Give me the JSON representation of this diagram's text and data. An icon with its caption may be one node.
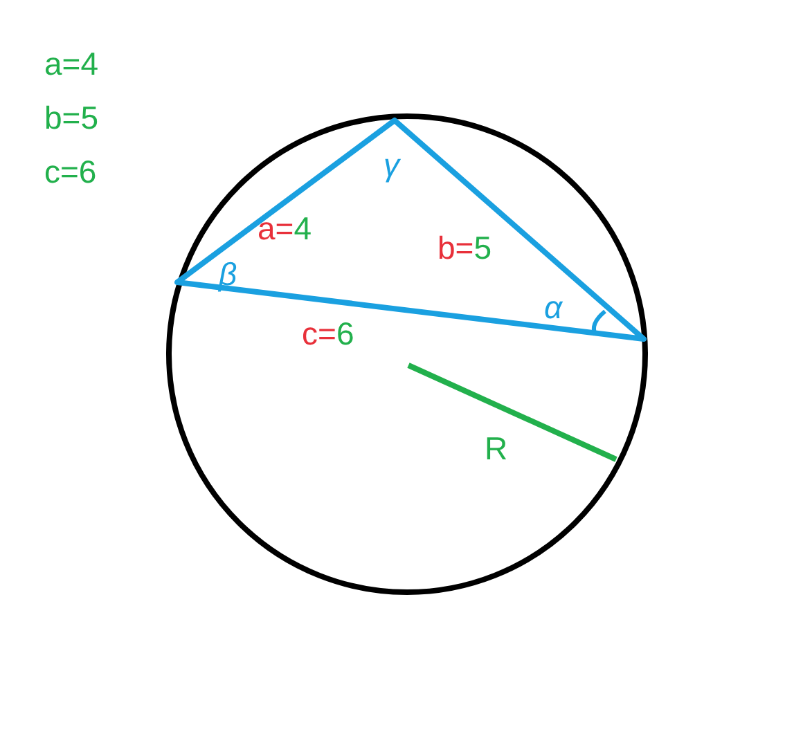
{
  "diagram": {
    "labels": [
      "a=4",
      "b=5",
      "c=6",
      "γ",
      "a=4",
      "b=5",
      "β",
      "α",
      "c=6",
      "R"
    ]
  }
}
